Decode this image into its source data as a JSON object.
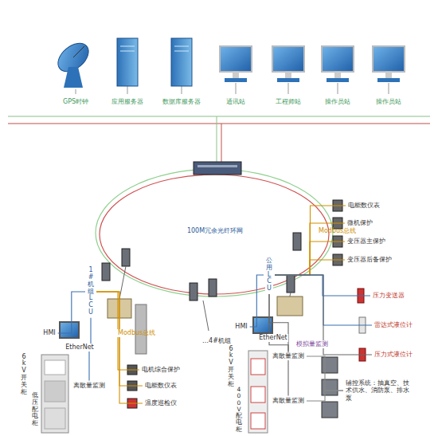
{
  "diagram": {
    "nodes": [
      {
        "text": [
          "GPS时钟"
        ]
      },
      {
        "text": [
          "应用服务器"
        ]
      },
      {
        "text": [
          "数据库服务器"
        ]
      },
      {
        "text": [
          "通讯站"
        ]
      },
      {
        "text": [
          "工程师站"
        ]
      },
      {
        "text": [
          "操作员站"
        ]
      },
      {
        "text": [
          "操作员站"
        ]
      },
      {
        "text": [
          "1#机组LCU"
        ]
      },
      {
        "text": [
          "公用LCU"
        ]
      },
      {
        "text": [
          "…4#机组"
        ]
      },
      {
        "text": [
          "HMI"
        ]
      },
      {
        "text": [
          "HMI"
        ]
      },
      {
        "text": [
          "离散量监测"
        ]
      },
      {
        "text": [
          "6kV开关柜"
        ]
      },
      {
        "text": [
          "低压配电柜"
        ]
      },
      {
        "text": [
          "电机综合保护"
        ]
      },
      {
        "text": [
          "电能数仪表"
        ]
      },
      {
        "text": [
          "温度巡检仪"
        ]
      },
      {
        "text": [
          "电能数仪表"
        ]
      },
      {
        "text": [
          "微机保护"
        ]
      },
      {
        "text": [
          "变压器主保护"
        ]
      },
      {
        "text": [
          "变压器后备保护"
        ]
      },
      {
        "text": [
          "压力变送器"
        ]
      },
      {
        "text": [
          "雷达式液位计"
        ]
      },
      {
        "text": [
          "压力式液位计"
        ]
      },
      {
        "text": [
          "离散量监测"
        ]
      },
      {
        "text": [
          "离散量监测"
        ]
      },
      {
        "text": [
          "辅控系统：抽真空、技术供水、消防泵、排水泵"
        ]
      },
      {
        "text": [
          "6kV开关柜"
        ]
      },
      {
        "text": [
          "400V配电柜"
        ]
      }
    ],
    "edges": [
      {
        "from": 7,
        "to": 10,
        "arrow": "none"
      },
      {
        "from": 7,
        "to": 12,
        "arrow": "none"
      },
      {
        "from": 7,
        "to": 15,
        "arrow": "none"
      },
      {
        "from": 7,
        "to": 16,
        "arrow": "none"
      },
      {
        "from": 7,
        "to": 17,
        "arrow": "none"
      },
      {
        "from": 8,
        "to": 11,
        "arrow": "none"
      },
      {
        "from": 8,
        "to": 18,
        "arrow": "none"
      },
      {
        "from": 8,
        "to": 19,
        "arrow": "none"
      },
      {
        "from": 8,
        "to": 20,
        "arrow": "none"
      },
      {
        "from": 8,
        "to": 21,
        "arrow": "none"
      },
      {
        "from": 8,
        "to": 22,
        "arrow": "none"
      },
      {
        "from": 8,
        "to": 23,
        "arrow": "none"
      },
      {
        "from": 8,
        "to": 24,
        "arrow": "none"
      },
      {
        "from": 8,
        "to": 25,
        "arrow": "none"
      },
      {
        "from": 8,
        "to": 26,
        "arrow": "none"
      },
      {
        "from": 25,
        "to": 27,
        "arrow": "none"
      },
      {
        "from": 26,
        "to": 27,
        "arrow": "none"
      }
    ],
    "labels": [
      "100M冗余光纤环网",
      "EtherNet",
      "EtherNet",
      "Modbus总线",
      "Modbus总线",
      "模拟量监测"
    ]
  }
}
